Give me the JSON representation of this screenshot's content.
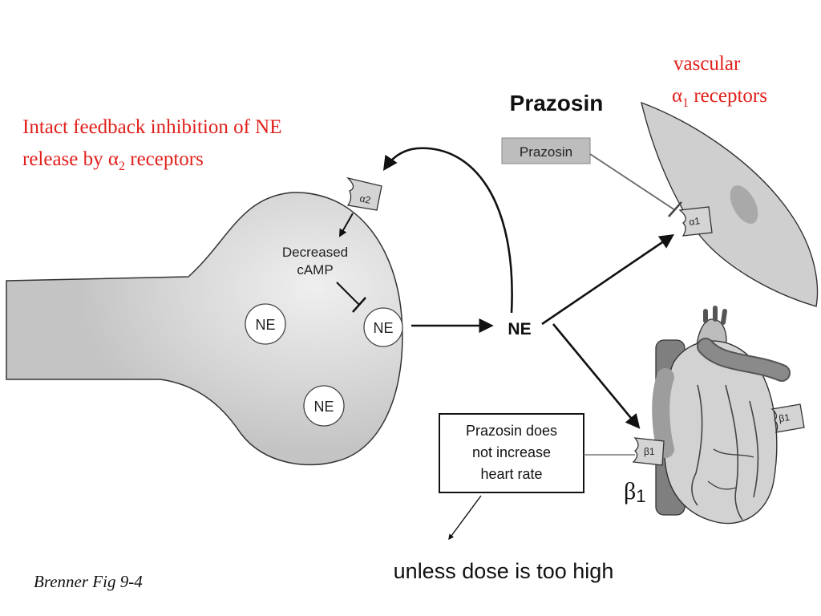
{
  "captions": {
    "feedback_line1": "Intact feedback inhibition of NE",
    "feedback_line2_a": "release by ",
    "feedback_line2_alpha": "α",
    "feedback_line2_sub": "2",
    "feedback_line2_b": " receptors",
    "vascular_line1": "vascular",
    "vascular_alpha": "α",
    "vascular_sub": "1",
    "vascular_line2_b": " receptors",
    "prazosin_heading": "Prazosin",
    "beta1_letter": "β",
    "beta1_sub": "1",
    "unless_dose": "unless dose is too high",
    "citation": "Brenner Fig 9-4"
  },
  "figure": {
    "decreased_line1": "Decreased",
    "decreased_line2": "cAMP",
    "vesicle_label": "NE",
    "ne_released": "NE",
    "prazosin_box": "Prazosin",
    "note_line1": "Prazosin does",
    "note_line2": "not increase",
    "note_line3": "heart rate",
    "receptor_alpha2": "α2",
    "receptor_alpha1": "α1",
    "receptor_beta1": "β1"
  },
  "colors": {
    "caption_red": "#e0201b",
    "tissue_gray": "#c9c9c9",
    "outline": "#222222"
  }
}
